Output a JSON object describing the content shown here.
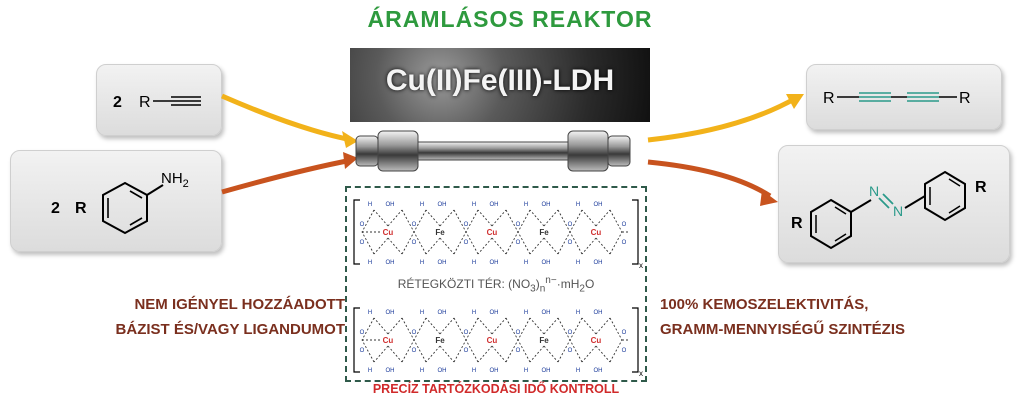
{
  "title": "ÁRAMLÁSOS REAKTOR",
  "catalyst_label": "Cu(II)Fe(III)-LDH",
  "left_top": {
    "coef": "2",
    "r": "R"
  },
  "left_bottom": {
    "coef": "2",
    "r": "R",
    "group": "NH",
    "sub": "2"
  },
  "right_top": {
    "r1": "R",
    "r2": "R"
  },
  "right_bottom": {
    "r1": "R",
    "r2": "R",
    "n1": "N",
    "n2": "N"
  },
  "left_note": [
    "NEM IGÉNYEL HOZZÁADOTT",
    "BÁZIST ÉS/VAGY LIGANDUMOT"
  ],
  "right_note": [
    "100% KEMOSZELEKTIVITÁS,",
    "GRAMM-MENNYISÉGŰ SZINTÉZIS"
  ],
  "interlayer": {
    "prefix": "RÉTEGKÖZTI TÉR: (NO",
    "sub3": "3",
    "close": ")",
    "subn": "n",
    "supn": "n−",
    "suffix": "·mH",
    "sub2": "2",
    "end": "O"
  },
  "lattice": {
    "metals": [
      "Cu",
      "Fe",
      "Cu",
      "Fe",
      "Cu"
    ],
    "oh": "OH",
    "h": "H",
    "o": "O",
    "x": "x"
  },
  "caption": "PRECÍZ TARTÓZKODÁSI IDŐ KONTROLL",
  "colors": {
    "title": "#2e9a3e",
    "notes": "#7a2f1e",
    "caption": "#d02a2a",
    "arrow_yellow": "#f2b21a",
    "arrow_orange": "#c8531e",
    "triple_bond": "#2a9a8a"
  }
}
